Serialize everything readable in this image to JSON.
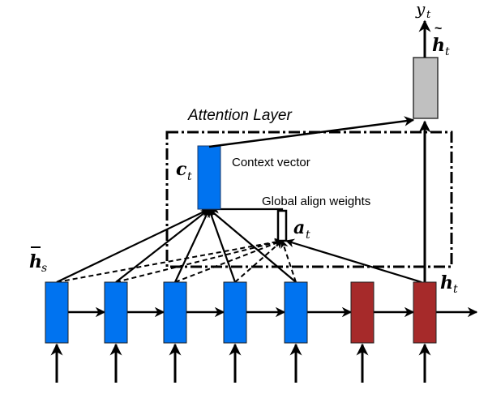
{
  "title": "Global attention model",
  "labels": {
    "attention_layer": "Attention Layer",
    "context_vector": "Context vector",
    "global_align_weights": "Global align weights",
    "c_t": "c",
    "c_t_sub": "t",
    "a_t": "a",
    "a_t_sub": "t",
    "h_s_bar": "h",
    "h_s_bar_sub": "s",
    "h_t": "h",
    "h_t_sub": "t",
    "h_t_tilde": "h",
    "h_t_tilde_sub": "t",
    "y_t": "y",
    "y_t_sub": "t"
  },
  "colors": {
    "source_state": "#0073f0",
    "target_state": "#a62a2a",
    "output_state": "#c0c0c0",
    "stroke": "#000000"
  },
  "nodes": {
    "source_states": [
      {
        "id": "src-1",
        "kind": "source"
      },
      {
        "id": "src-2",
        "kind": "source"
      },
      {
        "id": "src-3",
        "kind": "source"
      },
      {
        "id": "src-4",
        "kind": "source"
      },
      {
        "id": "src-5",
        "kind": "source"
      }
    ],
    "target_states": [
      {
        "id": "tgt-1",
        "kind": "target"
      },
      {
        "id": "tgt-2",
        "kind": "target (current h_t)"
      }
    ]
  }
}
